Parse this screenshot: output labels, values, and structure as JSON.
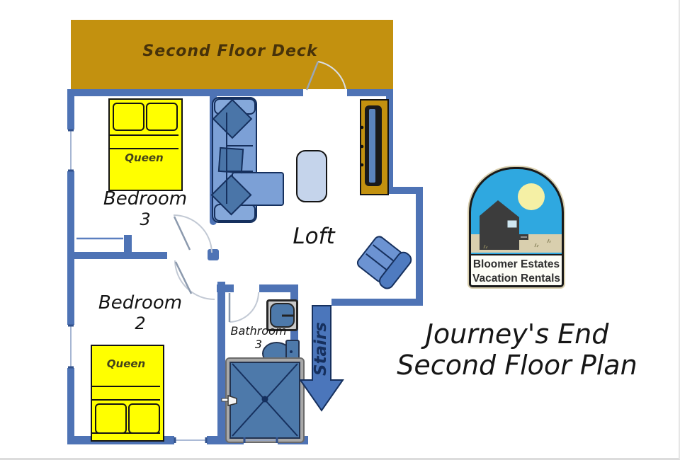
{
  "plan": {
    "deck_label": "Second Floor Deck",
    "bedroom3": {
      "line1": "Bedroom",
      "line2": "3",
      "bed": "Queen"
    },
    "bedroom2": {
      "line1": "Bedroom",
      "line2": "2",
      "bed": "Queen"
    },
    "loft_label": "Loft",
    "bathroom": {
      "line1": "Bathroom",
      "line2": "3"
    },
    "stairs_label": "Stairs"
  },
  "logo": {
    "line1": "Bloomer Estates",
    "line2": "Vacation Rentals"
  },
  "title": {
    "line1": "Journey's End",
    "line2": "Second Floor Plan"
  },
  "colors": {
    "wall_blue": "#4e73b5",
    "deck_gold": "#c3910f",
    "bed_yellow": "#ffff00",
    "furniture_blue": "#7ca0d6",
    "pillow_blue": "#4a75a8",
    "shower_blue": "#4d79aa",
    "stairs_arrow_blue": "#4b76bb",
    "logo_sky": "#2fa8e0",
    "logo_sun": "#f5f0a5",
    "logo_sand": "#d9cfae"
  }
}
